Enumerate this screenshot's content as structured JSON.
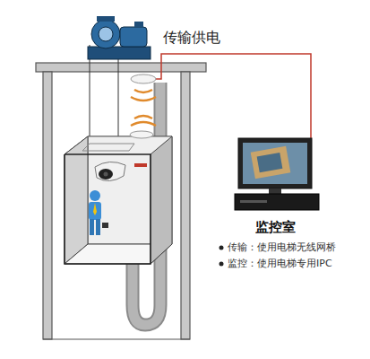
{
  "diagram": {
    "nodes": [
      {
        "text": [
          "监控室"
        ]
      }
    ],
    "labels": [
      "传输供电",
      "传输：使用电梯无线网桥",
      "监控：使用电梯专用IPC"
    ]
  }
}
